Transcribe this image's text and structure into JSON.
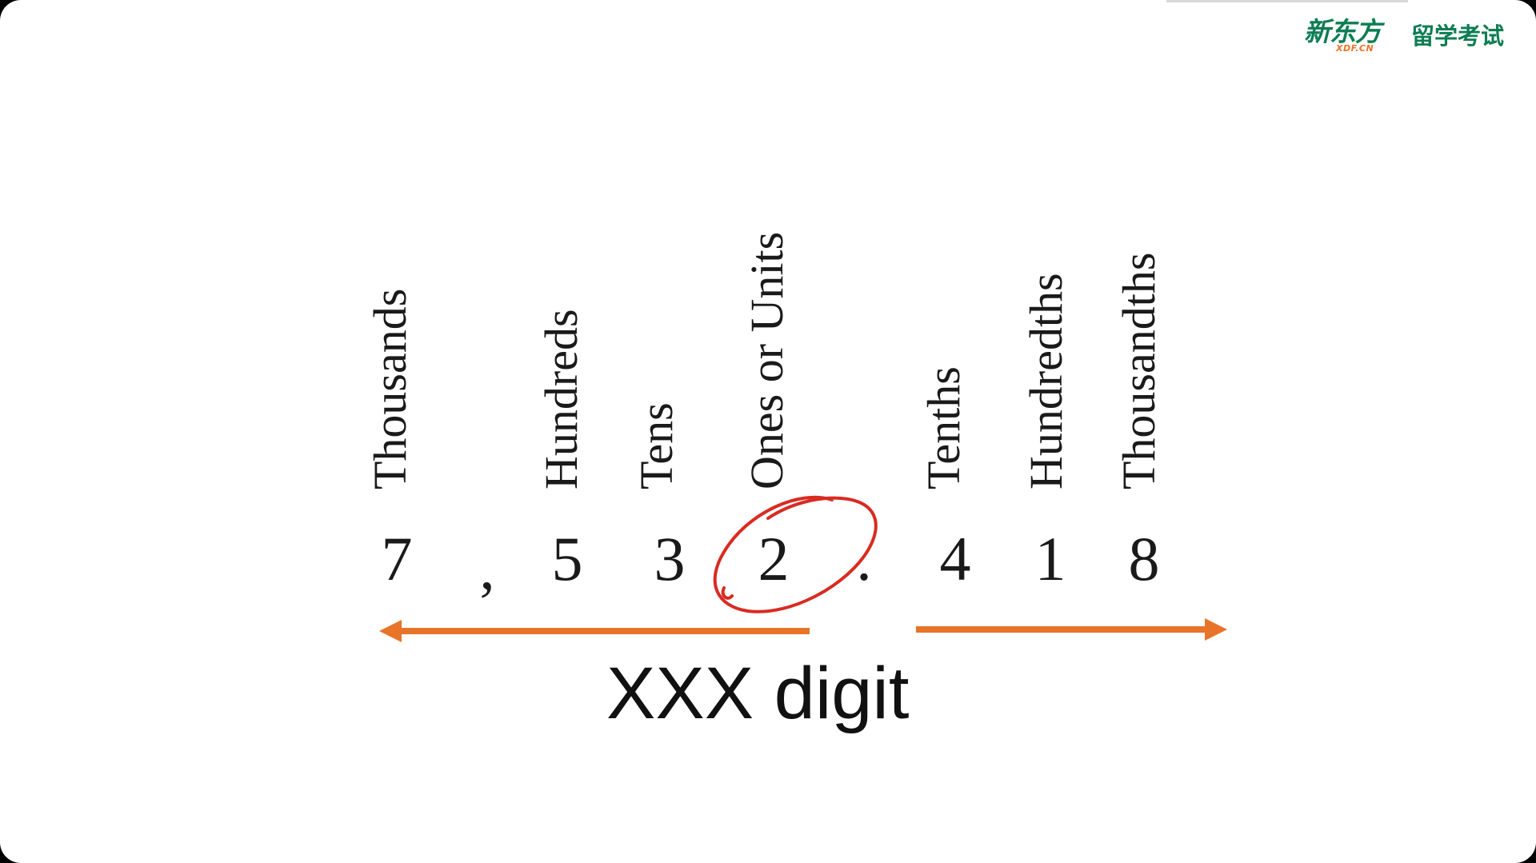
{
  "logo": {
    "mark": "新东方",
    "mark_sub": "XDF.CN",
    "name": "留学考试"
  },
  "place_values": [
    {
      "label": "Thousands",
      "digit": "7"
    },
    {
      "label": "Hundreds",
      "digit": "5"
    },
    {
      "label": "Tens",
      "digit": "3"
    },
    {
      "label": "Ones or Units",
      "digit": "2"
    },
    {
      "label": "Tenths",
      "digit": "4"
    },
    {
      "label": "Hundredths",
      "digit": "1"
    },
    {
      "label": "Thousandths",
      "digit": "8"
    }
  ],
  "separators": {
    "comma": ",",
    "decimal_point": "."
  },
  "caption": "XXX digit",
  "colors": {
    "arrow": "#e8742a",
    "circle": "#d92b22",
    "text": "#1a1a1a",
    "brand_green": "#0d7d54"
  }
}
